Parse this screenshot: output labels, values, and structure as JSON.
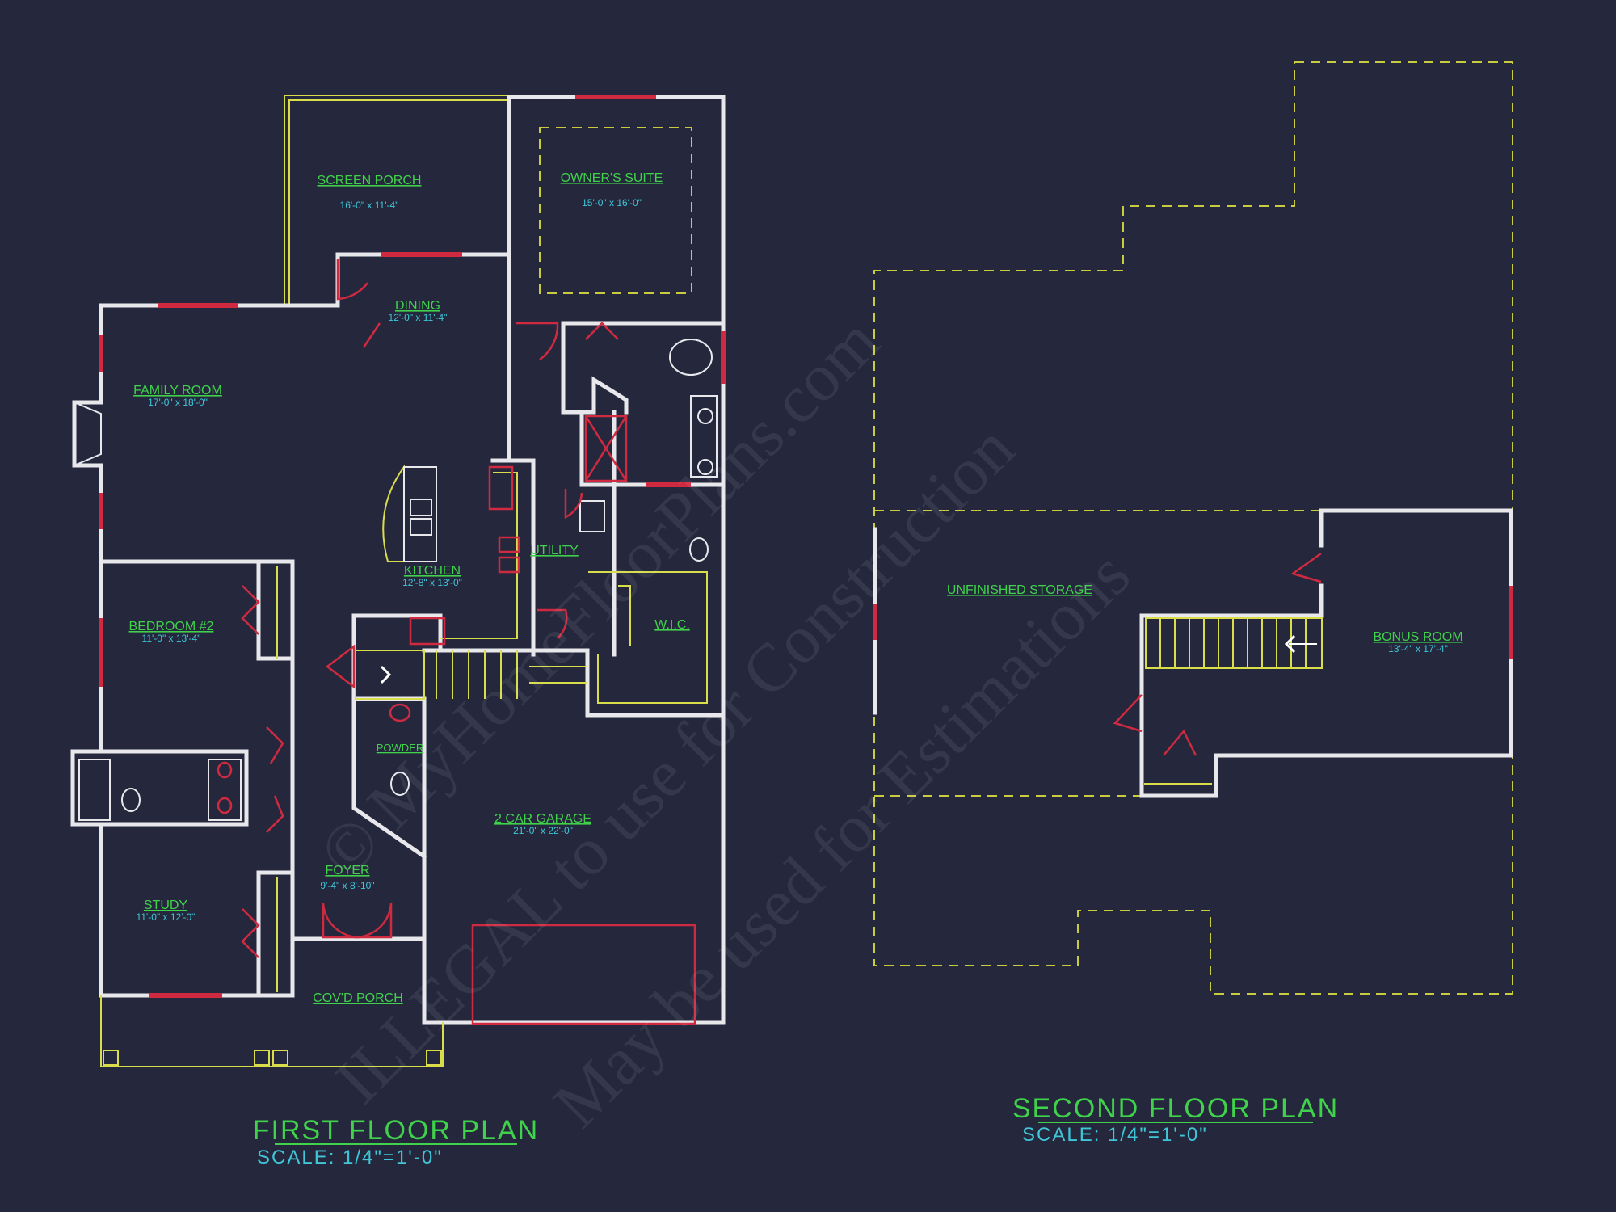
{
  "first_floor": {
    "title": "FIRST FLOOR PLAN",
    "scale": "SCALE:  1/4\"=1'-0\"",
    "rooms": [
      {
        "name": "SCREEN PORCH",
        "dim": "16'-0\" x 11'-4\""
      },
      {
        "name": "OWNER'S SUITE",
        "dim": "15'-0\" x 16'-0\""
      },
      {
        "name": "DINING",
        "dim": "12'-0\" x 11'-4\""
      },
      {
        "name": "FAMILY ROOM",
        "dim": "17'-0\" x 18'-0\""
      },
      {
        "name": "KITCHEN",
        "dim": "12'-8\" x 13'-0\""
      },
      {
        "name": "UTILITY",
        "dim": ""
      },
      {
        "name": "BEDROOM #2",
        "dim": "11'-0\" x 13'-4\""
      },
      {
        "name": "W.I.C.",
        "dim": ""
      },
      {
        "name": "POWDER",
        "dim": ""
      },
      {
        "name": "2 CAR GARAGE",
        "dim": "21'-0\" x 22'-0\""
      },
      {
        "name": "FOYER",
        "dim": "9'-4\" x 8'-10\""
      },
      {
        "name": "STUDY",
        "dim": "11'-0\" x 12'-0\""
      },
      {
        "name": "COV'D PORCH",
        "dim": ""
      }
    ]
  },
  "second_floor": {
    "title": "SECOND FLOOR PLAN",
    "scale": "SCALE:  1/4\"=1'-0\"",
    "rooms": [
      {
        "name": "UNFINISHED STORAGE",
        "dim": ""
      },
      {
        "name": "BONUS ROOM",
        "dim": "13'-4\" x 17'-4\""
      }
    ]
  },
  "watermark": [
    "© MyHomeFloorPlans.com",
    "ILLEGAL to use for Construction",
    "May be used for Estimations"
  ]
}
